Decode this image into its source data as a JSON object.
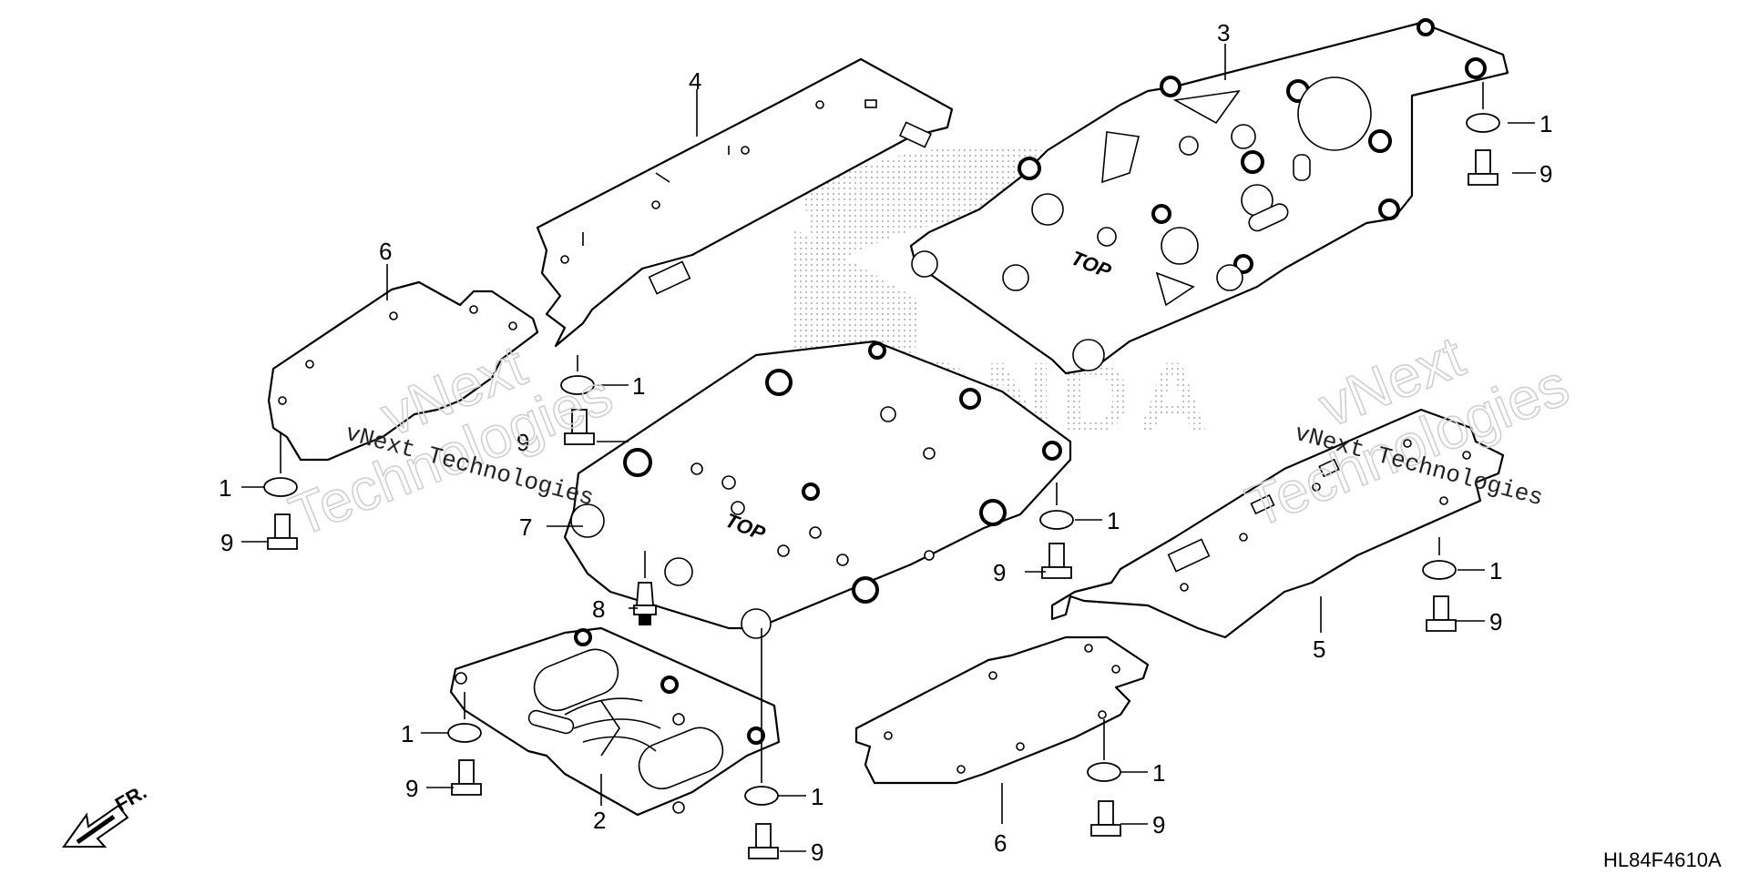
{
  "diagram": {
    "code": "HL84F4610A",
    "front_marker": "FR.",
    "top_mark": "TOP",
    "watermark_text": "vNext Technologies",
    "watermark_big_1": "vNext",
    "watermark_big_2": "Technologies",
    "logo_text": "HONDA",
    "callouts": [
      "1",
      "2",
      "3",
      "4",
      "5",
      "6",
      "7",
      "8",
      "9"
    ]
  }
}
